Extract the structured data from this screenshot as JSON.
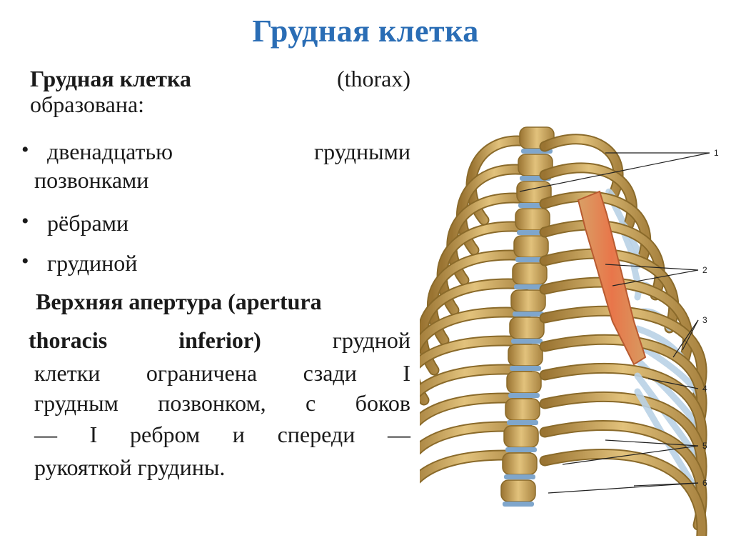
{
  "slide": {
    "title": "Грудная клетка",
    "intro": {
      "term": "Грудная клетка",
      "latin": "(thorax)",
      "rest": "образована:"
    },
    "bullets": [
      {
        "line1_left": "двенадцатью",
        "line1_right": "грудными",
        "line2": "позвонками"
      },
      {
        "line1": "рёбрами"
      },
      {
        "line1": "грудиной"
      }
    ],
    "aperture": {
      "heading": "Верхняя апертура (apertura",
      "line2_bold_a": "thoracis",
      "line2_bold_b": "inferior)",
      "line2_rest": "грудной",
      "line3_a": "клетки",
      "line3_b": "ограничена",
      "line3_c": "сзади",
      "line3_d": "I",
      "line4_a": "грудным",
      "line4_b": "позвонком,",
      "line4_c": "с",
      "line4_d": "боков",
      "line5_a": "—",
      "line5_b": "I",
      "line5_c": "ребром",
      "line5_d": "и",
      "line5_e": "спереди",
      "line5_f": "—",
      "line6": "рукояткой грудины."
    }
  },
  "figure": {
    "callouts": [
      "1",
      "2",
      "3",
      "4",
      "5",
      "6"
    ],
    "colors": {
      "bone": "#d8b46a",
      "bone_dark": "#8a6a2a",
      "cartilage": "#b9d2e6",
      "disc": "#7fa6cc",
      "sternum": "#e07a48",
      "title": "#2a6db5"
    }
  }
}
